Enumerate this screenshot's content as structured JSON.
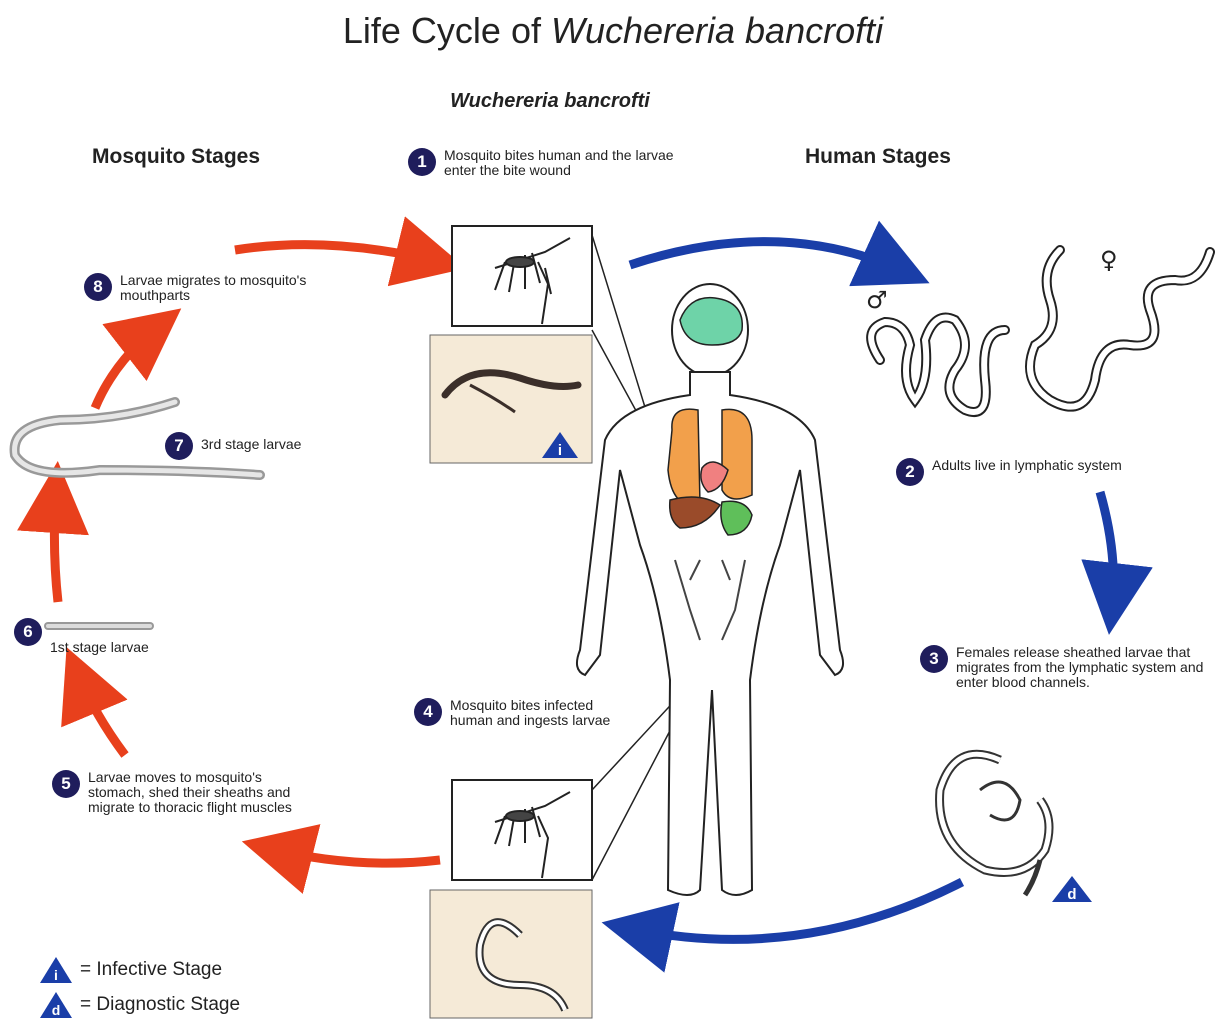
{
  "title": {
    "prefix": "Life Cycle of ",
    "species": "Wuchereria bancrofti"
  },
  "subtitle": "Wuchereria bancrofti",
  "sections": {
    "mosquito": "Mosquito Stages",
    "human": "Human Stages"
  },
  "steps": [
    {
      "num": "1",
      "text": "Mosquito bites human and  the larvae enter the bite wound"
    },
    {
      "num": "2",
      "text": "Adults live in lymphatic system"
    },
    {
      "num": "3",
      "text": "Females release sheathed larvae that migrates from the lymphatic system and enter blood channels."
    },
    {
      "num": "4",
      "text": "Mosquito bites infected human and ingests larvae"
    },
    {
      "num": "5",
      "text": "Larvae moves to mosquito's stomach, shed their sheaths and migrate to thoracic flight muscles"
    },
    {
      "num": "6",
      "text": "1st stage larvae"
    },
    {
      "num": "7",
      "text": "3rd stage larvae"
    },
    {
      "num": "8",
      "text": "Larvae migrates to mosquito's mouthparts"
    }
  ],
  "symbols": {
    "male": "♂",
    "female": "♀",
    "infective_letter": "i",
    "diagnostic_letter": "d"
  },
  "legend": [
    {
      "letter": "i",
      "label": "= Infective Stage"
    },
    {
      "letter": "d",
      "label": "= Diagnostic Stage"
    }
  ],
  "colors": {
    "red_arrow": "#e8401c",
    "blue_arrow": "#1a3ea8",
    "badge": "#1f1d5c",
    "panel": "#f5ead7"
  }
}
